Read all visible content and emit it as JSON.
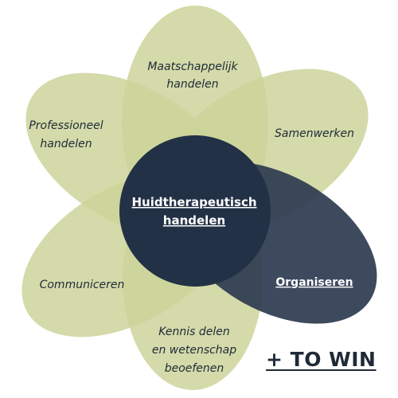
{
  "colors": {
    "petal_fill": "#cdd49a",
    "petal_overlap": "#b7c05e",
    "dark_petal": "#344357",
    "center": "#233146",
    "text_dark": "#1f2a38",
    "text_light": "#ffffff"
  },
  "center": {
    "line1": "Huidtherapeutisch",
    "line2": "handelen"
  },
  "petals": {
    "top": {
      "line1": "Maatschappelijk",
      "line2": "handelen"
    },
    "upper_left": {
      "line1": "Professioneel",
      "line2": "handelen"
    },
    "upper_right": {
      "line1": "Samenwerken"
    },
    "lower_left": {
      "line1": "Communiceren"
    },
    "bottom": {
      "line1": "Kennis delen",
      "line2": "en wetenschap",
      "line3": "beoefenen"
    },
    "lower_right": {
      "line1": "Organiseren"
    }
  },
  "cta": {
    "label": "+ TO WIN"
  }
}
